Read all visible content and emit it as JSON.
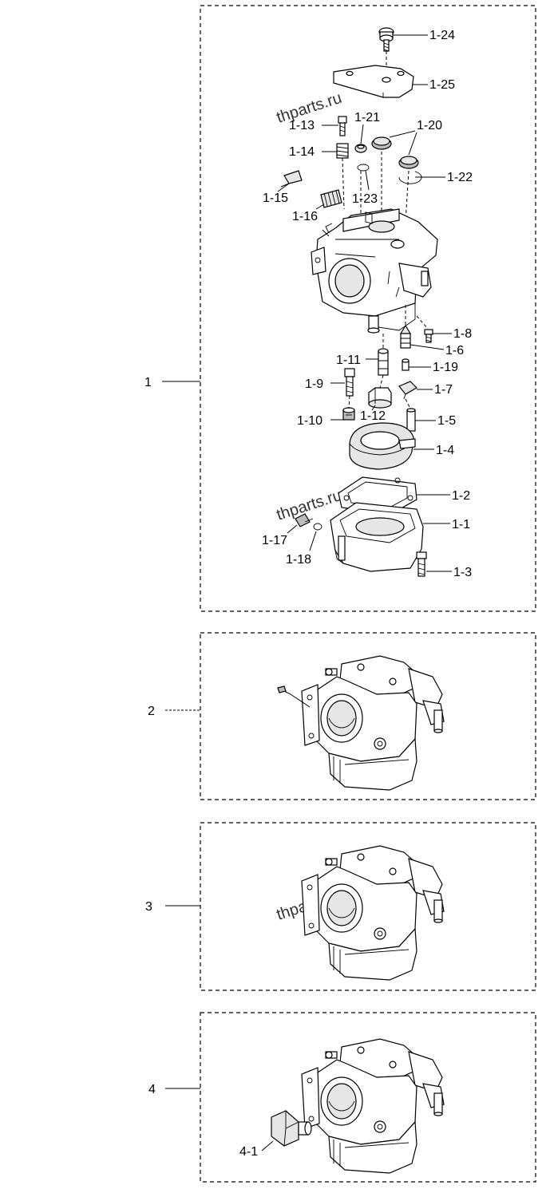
{
  "assemblies": [
    {
      "id": "1",
      "label": "1"
    },
    {
      "id": "2",
      "label": "2"
    },
    {
      "id": "3",
      "label": "3"
    },
    {
      "id": "4",
      "label": "4"
    }
  ],
  "parts": {
    "p1_24": "1-24",
    "p1_25": "1-25",
    "p1_21": "1-21",
    "p1_20": "1-20",
    "p1_13": "1-13",
    "p1_14": "1-14",
    "p1_22": "1-22",
    "p1_15": "1-15",
    "p1_23": "1-23",
    "p1_16": "1-16",
    "p1_8": "1-8",
    "p1_6": "1-6",
    "p1_11": "1-11",
    "p1_19": "1-19",
    "p1_9": "1-9",
    "p1_7": "1-7",
    "p1_10": "1-10",
    "p1_12": "1-12",
    "p1_5": "1-5",
    "p1_4": "1-4",
    "p1_2": "1-2",
    "p1_1": "1-1",
    "p1_17": "1-17",
    "p1_18": "1-18",
    "p1_3": "1-3",
    "p4_1": "4-1"
  },
  "watermark": "thparts.ru"
}
